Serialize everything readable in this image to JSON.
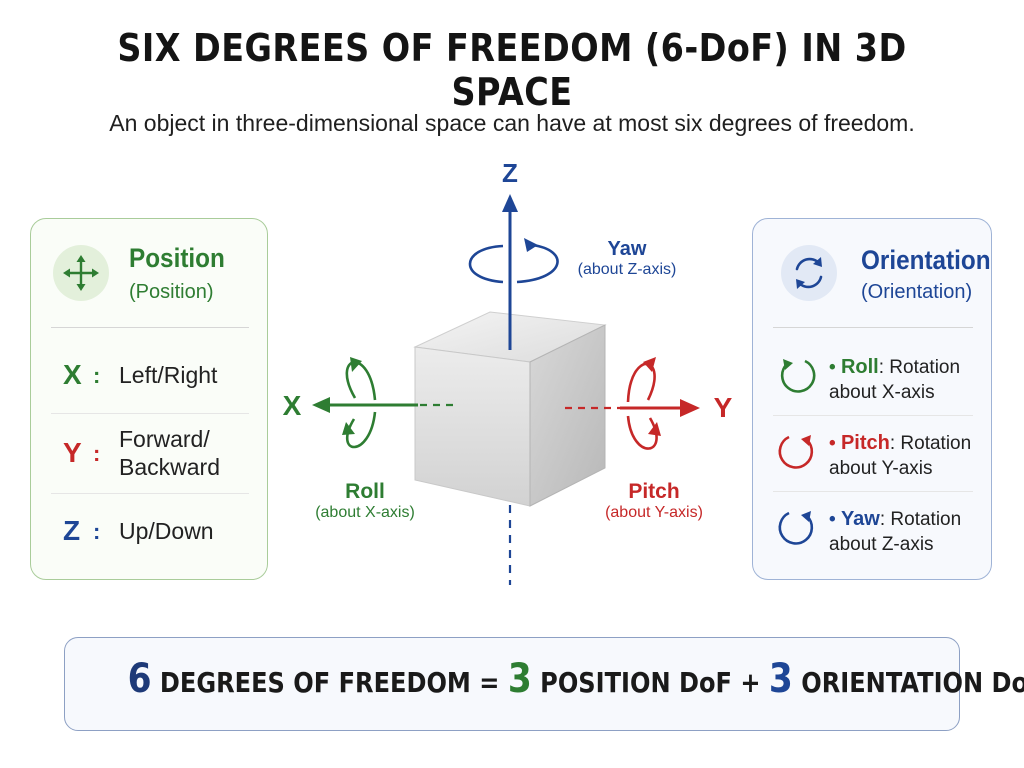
{
  "title": "SIX DEGREES OF FREEDOM (6-DoF) IN 3D SPACE",
  "subtitle": "An object in three-dimensional space can have at most six degrees of freedom.",
  "colors": {
    "green": "#2e7d32",
    "red": "#c62828",
    "blue": "#1e4696",
    "dark": "#1a1a1a"
  },
  "position_panel": {
    "icon": "move-arrows-icon",
    "title": "Position",
    "subtitle": "(Position)",
    "rows": [
      {
        "key": "X",
        "line1": "Left/Right",
        "line2": ""
      },
      {
        "key": "Y",
        "line1": "Forward/",
        "line2": "Backward"
      },
      {
        "key": "Z",
        "line1": "Up/Down",
        "line2": ""
      }
    ],
    "separator": ":"
  },
  "orientation_panel": {
    "icon": "rotate-arrows-icon",
    "title": "Orientation",
    "subtitle": "(Orientation)",
    "items": [
      {
        "name": "Roll",
        "suffix": ": Rotation",
        "line2": "about X-axis",
        "icon": "rotation-circle-icon"
      },
      {
        "name": "Pitch",
        "suffix": ": Rotation",
        "line2": "about Y-axis",
        "icon": "rotation-circle-icon"
      },
      {
        "name": "Yaw",
        "suffix": ": Rotation",
        "line2": "about Z-axis",
        "icon": "rotation-circle-icon"
      }
    ]
  },
  "diagram": {
    "axis_z": "Z",
    "axis_x": "X",
    "axis_y": "Y",
    "yaw": {
      "name": "Yaw",
      "sub": "(about Z-axis)"
    },
    "roll": {
      "name": "Roll",
      "sub": "(about X-axis)"
    },
    "pitch": {
      "name": "Pitch",
      "sub": "(about Y-axis)"
    }
  },
  "formula": {
    "total": "6",
    "total_text": "DEGREES OF FREEDOM =",
    "pos_num": "3",
    "pos_text": "POSITION DoF +",
    "ori_num": "3",
    "ori_text": "ORIENTATION DoF"
  }
}
